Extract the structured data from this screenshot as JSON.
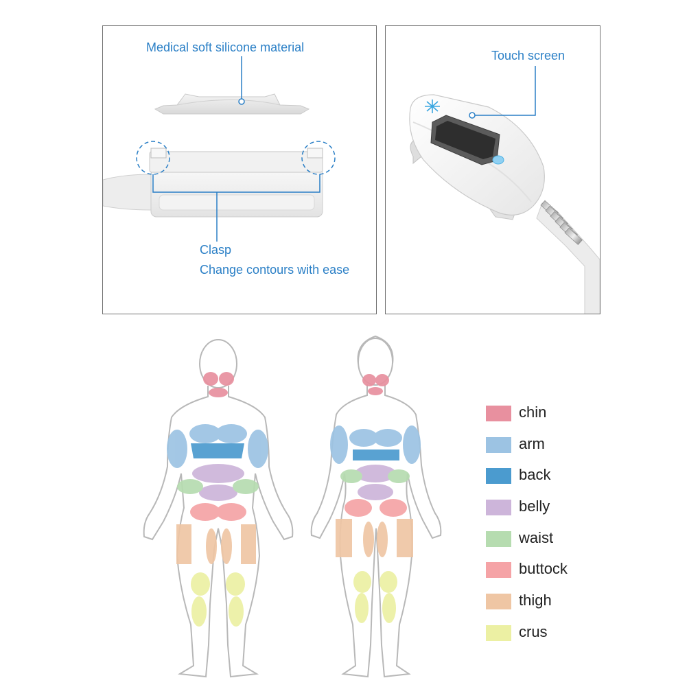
{
  "callouts": {
    "silicone": "Medical soft silicone material",
    "clasp_line1": "Clasp",
    "clasp_line2": "Change contours with ease",
    "touch": "Touch screen"
  },
  "colors": {
    "callout": "#2a7fc6",
    "chin": "#e8909f",
    "arm": "#9cc3e3",
    "back": "#4b9bcf",
    "belly": "#cdb5da",
    "waist": "#b6dcb0",
    "buttock": "#f5a3a6",
    "thigh": "#efc6a4",
    "crus": "#ecf0a3"
  },
  "legend": [
    {
      "key": "chin",
      "label": "chin",
      "color": "#e8909f"
    },
    {
      "key": "arm",
      "label": "arm",
      "color": "#9cc3e3"
    },
    {
      "key": "back",
      "label": "back",
      "color": "#4b9bcf"
    },
    {
      "key": "belly",
      "label": "belly",
      "color": "#cdb5da"
    },
    {
      "key": "waist",
      "label": "waist",
      "color": "#b6dcb0"
    },
    {
      "key": "buttock",
      "label": "buttock",
      "color": "#f5a3a6"
    },
    {
      "key": "thigh",
      "label": "thigh",
      "color": "#efc6a4"
    },
    {
      "key": "crus",
      "label": "crus",
      "color": "#ecf0a3"
    }
  ]
}
